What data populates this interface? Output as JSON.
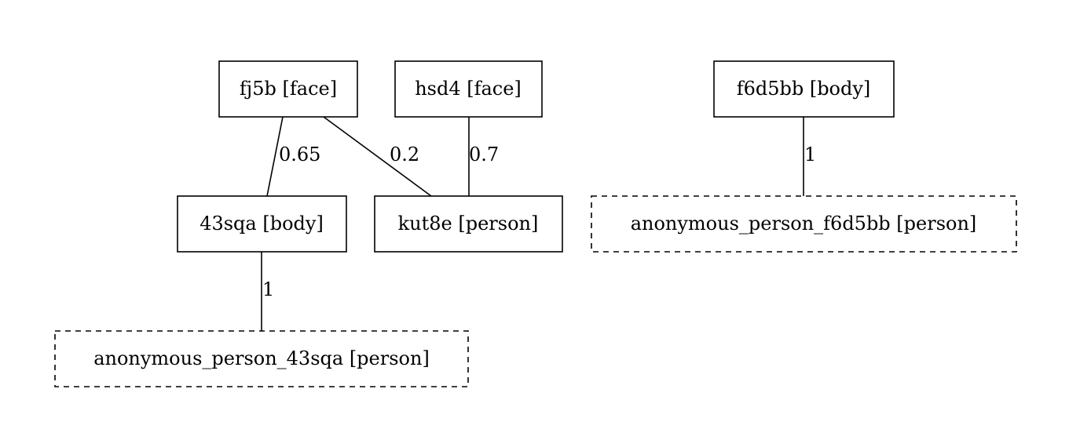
{
  "graph": {
    "nodes": [
      {
        "id": "fj5b",
        "label": "fj5b [face]",
        "style": "solid"
      },
      {
        "id": "hsd4",
        "label": "hsd4 [face]",
        "style": "solid"
      },
      {
        "id": "f6d5bb",
        "label": "f6d5bb [body]",
        "style": "solid"
      },
      {
        "id": "43sqa",
        "label": "43sqa [body]",
        "style": "solid"
      },
      {
        "id": "kut8e",
        "label": "kut8e [person]",
        "style": "solid"
      },
      {
        "id": "anon_f6d5bb",
        "label": "anonymous_person_f6d5bb [person]",
        "style": "dashed"
      },
      {
        "id": "anon_43sqa",
        "label": "anonymous_person_43sqa [person]",
        "style": "dashed"
      }
    ],
    "edges": [
      {
        "from": "fj5b",
        "to": "43sqa",
        "label": "0.65"
      },
      {
        "from": "fj5b",
        "to": "kut8e",
        "label": "0.2"
      },
      {
        "from": "hsd4",
        "to": "kut8e",
        "label": "0.7"
      },
      {
        "from": "f6d5bb",
        "to": "anon_f6d5bb",
        "label": "1"
      },
      {
        "from": "43sqa",
        "to": "anon_43sqa",
        "label": "1"
      }
    ]
  }
}
